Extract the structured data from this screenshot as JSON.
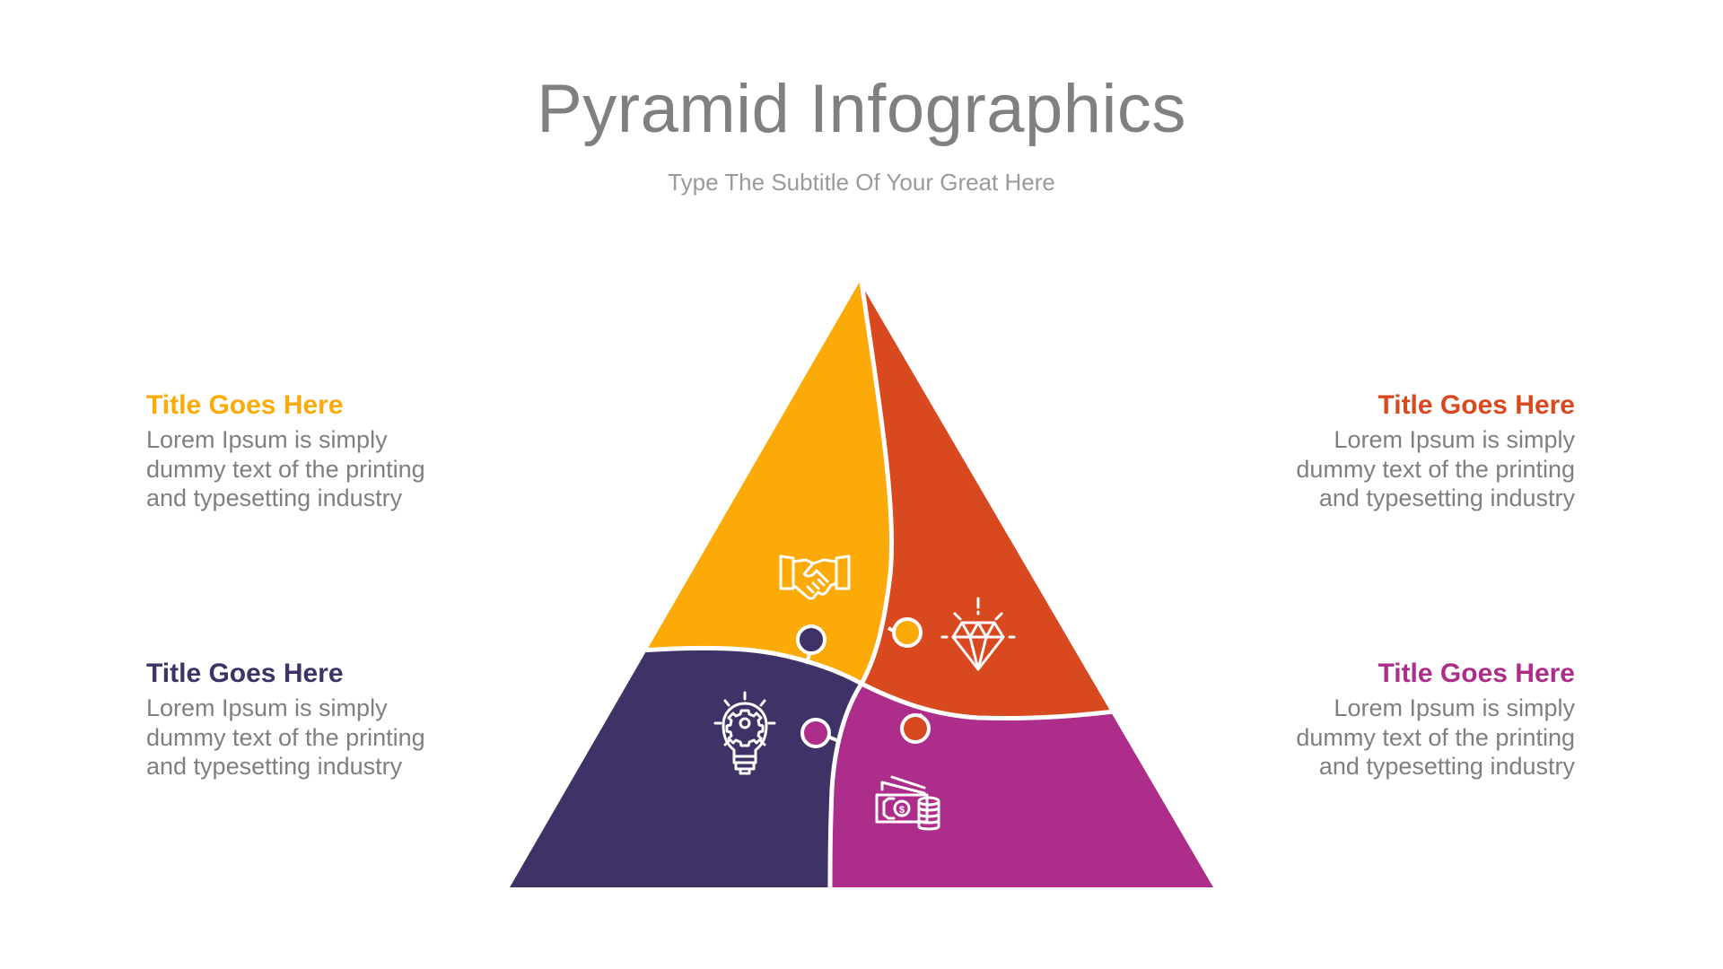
{
  "header": {
    "title": "Pyramid Infographics",
    "subtitle": "Type The Subtitle Of Your Great Here"
  },
  "colors": {
    "yellow": "#FBAA07",
    "orange": "#D9491F",
    "purple": "#3F3266",
    "magenta": "#AC2E8A",
    "text_gray": "#7F7F7F"
  },
  "blocks": [
    {
      "position": "top-left",
      "title": "Title Goes Here",
      "line1": "Lorem Ipsum is simply",
      "line2": "dummy text of the printing",
      "line3": "and typesetting industry",
      "color": "#FBAA07"
    },
    {
      "position": "top-right",
      "title": "Title Goes Here",
      "line1": "Lorem Ipsum is simply",
      "line2": "dummy text of the printing",
      "line3": "and typesetting industry",
      "color": "#D9491F"
    },
    {
      "position": "bottom-left",
      "title": "Title Goes Here",
      "line1": "Lorem Ipsum is simply",
      "line2": "dummy text of the printing",
      "line3": "and typesetting industry",
      "color": "#3F3266"
    },
    {
      "position": "bottom-right",
      "title": "Title Goes Here",
      "line1": "Lorem Ipsum is simply",
      "line2": "dummy text of the printing",
      "line3": "and typesetting industry",
      "color": "#AC2E8A"
    }
  ],
  "pyramid": {
    "segments": [
      {
        "name": "top-left",
        "color": "#FBAA07",
        "icon": "handshake-icon"
      },
      {
        "name": "top-right",
        "color": "#D9491F",
        "icon": "diamond-icon"
      },
      {
        "name": "bottom-left",
        "color": "#3F3266",
        "icon": "lightbulb-gear-icon"
      },
      {
        "name": "bottom-right",
        "color": "#AC2E8A",
        "icon": "money-coins-icon"
      }
    ]
  }
}
